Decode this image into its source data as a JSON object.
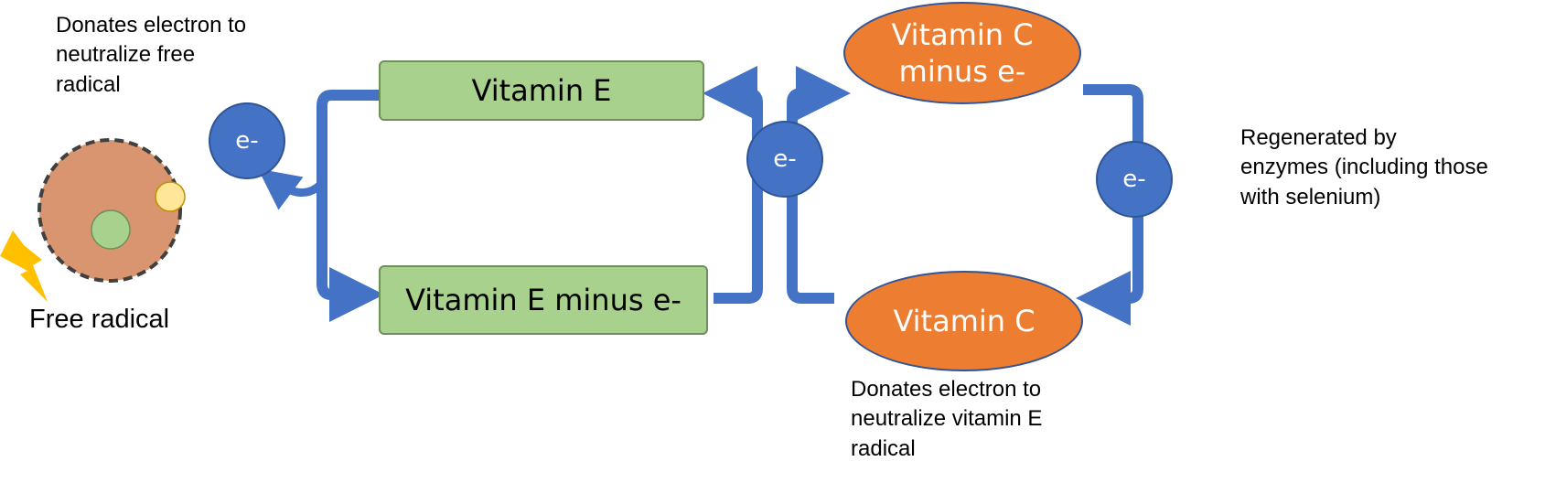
{
  "colors": {
    "arrow": "#4472c4",
    "vitamin_e_fill": "#a9d18e",
    "vitamin_c_fill": "#ed7d31",
    "electron_fill": "#4472c4",
    "radical_body": "#d9956f",
    "radical_core": "#a9d18e",
    "radical_electron": "#ffe699",
    "lightning": "#ffc000"
  },
  "notes": {
    "donates_free_radical": [
      "Donates electron to",
      "neutralize free",
      "radical"
    ],
    "free_radical": "Free radical",
    "regenerated": [
      "Regenerated by",
      "enzymes (including those",
      "with selenium)"
    ],
    "donates_vitamin_e": [
      "Donates electron to",
      "neutralize vitamin E",
      "radical"
    ]
  },
  "nodes": {
    "vitamin_e": "Vitamin E",
    "vitamin_e_minus": "Vitamin E minus e-",
    "vitamin_c_minus": [
      "Vitamin C",
      "minus e-"
    ],
    "vitamin_c": "Vitamin C"
  },
  "electrons": {
    "left": "e-",
    "middle": "e-",
    "right": "e-"
  },
  "icons": [
    "lightning-icon",
    "free-radical-atom-icon"
  ]
}
